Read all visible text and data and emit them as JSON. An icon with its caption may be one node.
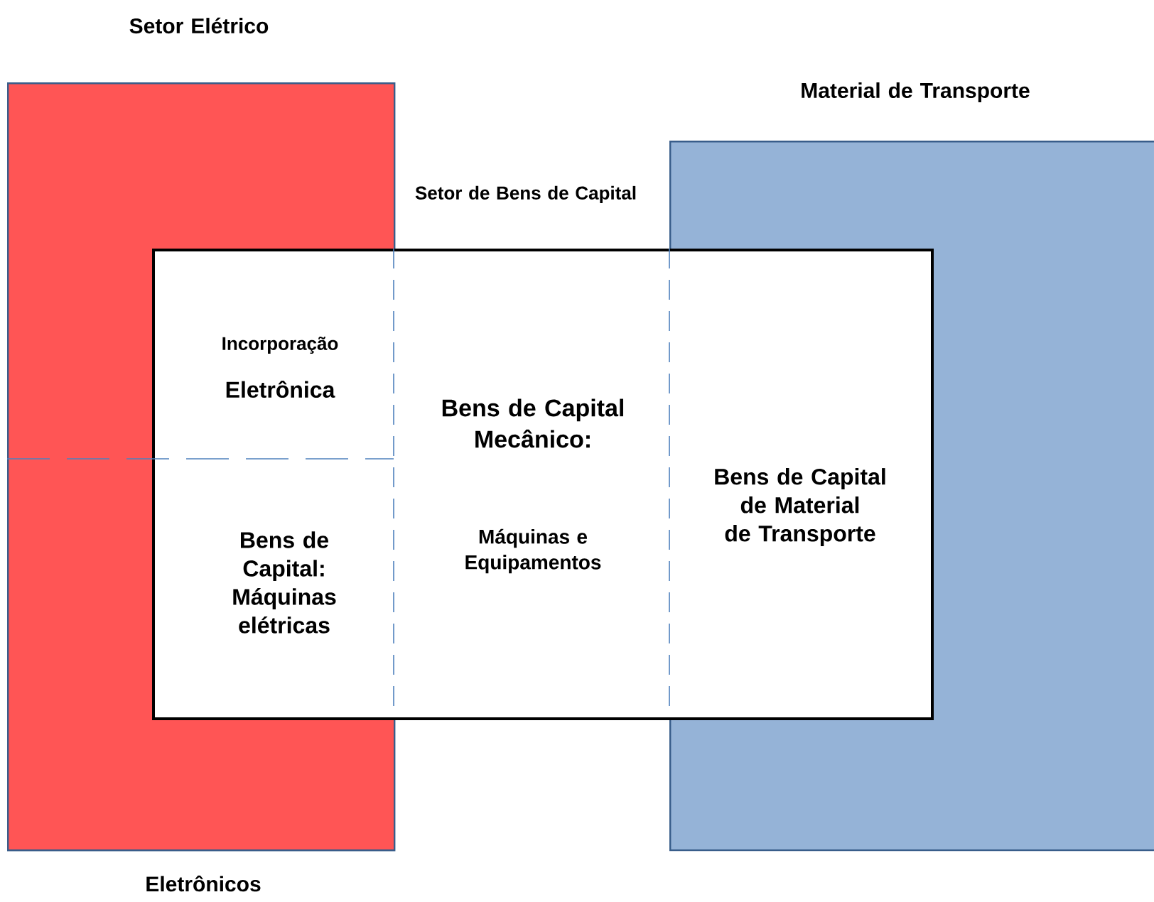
{
  "diagram": {
    "nodes": [
      {
        "text": [
          "Setor Elétrico",
          "Eletrônicos"
        ]
      },
      {
        "text": [
          "Material de Transporte"
        ]
      },
      {
        "text": [
          "Setor de Bens de Capital"
        ]
      }
    ],
    "labels": [
      "Incorporação",
      "Eletrônica",
      "Bens de Capital: Máquinas elétricas",
      "Bens de Capital Mecânico:",
      "Máquinas e Equipamentos",
      "Bens de Capital de Material de Transporte"
    ]
  }
}
